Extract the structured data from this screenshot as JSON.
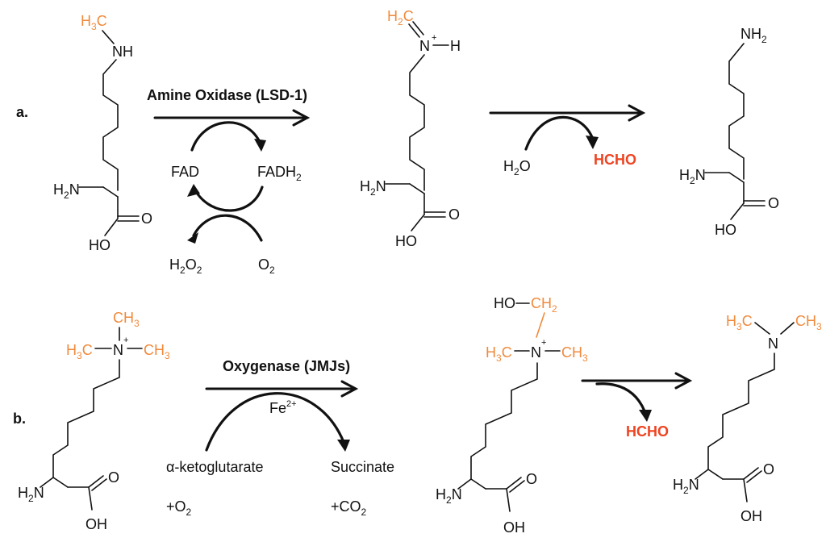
{
  "panel_a": {
    "label": "a.",
    "enzyme": "Amine Oxidase (LSD-1)",
    "cofactor_left": "FAD",
    "cofactor_right": "FADH",
    "cofactor_right_sub": "2",
    "h2o2_h": "H",
    "h2o2_sub1": "2",
    "h2o2_o": "O",
    "h2o2_sub2": "2",
    "o2_o": "O",
    "o2_sub": "2",
    "water_h": "H",
    "water_sub": "2",
    "water_o": "O",
    "product": "HCHO"
  },
  "panel_b": {
    "label": "b.",
    "enzyme": "Oxygenase (JMJs)",
    "metal": "Fe",
    "metal_charge": "2+",
    "substrate": "α-ketoglutarate",
    "oxygen": "+O",
    "oxygen_sub": "2",
    "coproduct": "Succinate",
    "co2": "+CO",
    "co2_sub": "2",
    "product": "HCHO"
  },
  "atoms": {
    "methyl_h": "H",
    "methyl_sub": "3",
    "methyl_c": "C",
    "methylene_sub": "2",
    "nh": "NH",
    "nh2": "NH",
    "nh2_sub": "2",
    "amine_h": "H",
    "amine_sub": "2",
    "amine_n": "N",
    "n": "N",
    "h": "H",
    "plus": "+",
    "o": "O",
    "oh": "OH",
    "ho": "HO",
    "ch3_c": "CH",
    "ch3_sub": "3",
    "ch2": "CH",
    "ch2_sub": "2"
  },
  "colors": {
    "methyl": "#f08a3c",
    "formaldehyde": "#ee4422",
    "ink": "#111111"
  }
}
